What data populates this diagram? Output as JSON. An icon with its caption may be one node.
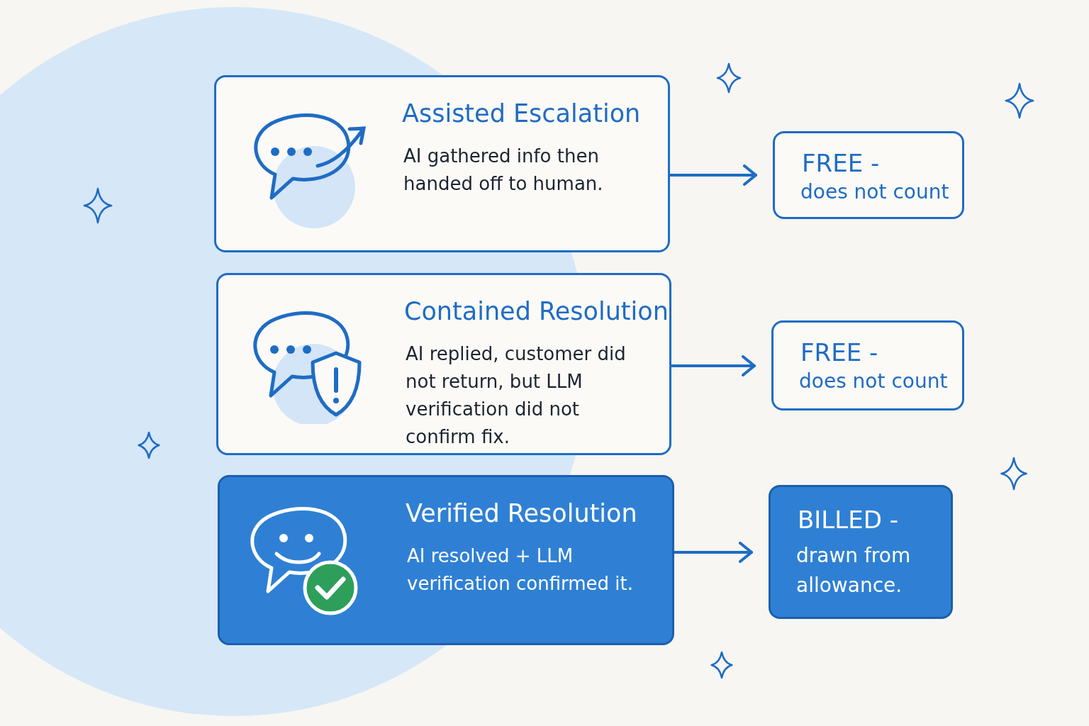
{
  "diagram": {
    "nodes": [
      {
        "text": [
          "Assisted Escalation",
          "AI gathered info then handed off to human."
        ]
      },
      {
        "text": [
          "FREE -",
          "does not count"
        ]
      },
      {
        "text": [
          "Contained Resolution",
          "AI replied, customer did not return, but LLM verification did not confirm fix."
        ]
      },
      {
        "text": [
          "FREE -",
          "does not count"
        ]
      },
      {
        "text": [
          "Verified Resolution",
          "AI resolved + LLM verification confirmed it."
        ]
      },
      {
        "text": [
          "BILLED -",
          "drawn from allowance."
        ]
      }
    ],
    "edges": [
      {
        "from": 0,
        "to": 1,
        "arrow": "to"
      },
      {
        "from": 2,
        "to": 3,
        "arrow": "to"
      },
      {
        "from": 4,
        "to": 5,
        "arrow": "to"
      }
    ]
  }
}
